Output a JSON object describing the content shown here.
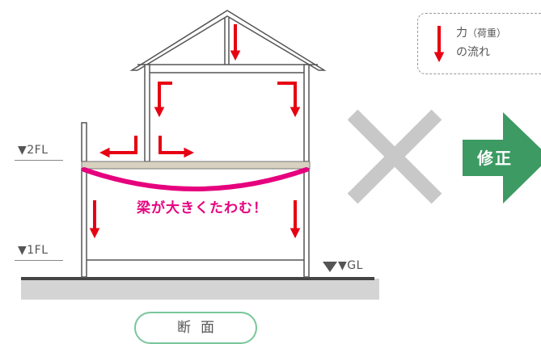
{
  "levels": {
    "second_floor": "▼2FL",
    "first_floor": "▼1FL",
    "ground": "▼GL"
  },
  "legend": {
    "line1_main": "力",
    "line1_sub": "（荷重）",
    "line2": "の流れ"
  },
  "deflection_label": "梁が大きくたわむ！",
  "fix_label": "修正",
  "section_label": "断面",
  "colors": {
    "load_arrow": "#e60012",
    "beam_deflection": "#e6007e",
    "fix_arrow": "#3c9a62",
    "cross": "#c8c8c8",
    "beam": "#d8d1bf",
    "ground": "#d4d4d4"
  }
}
